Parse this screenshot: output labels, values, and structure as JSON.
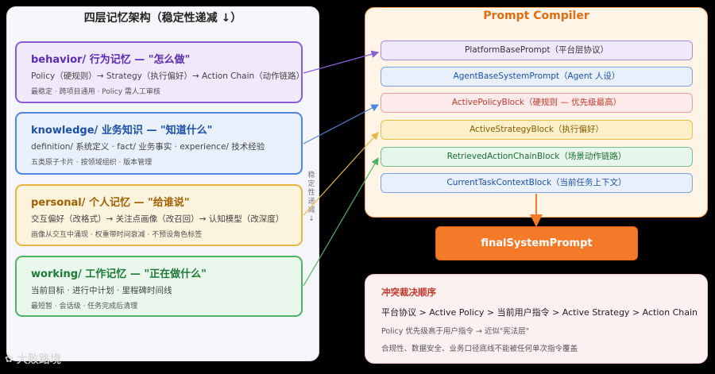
{
  "left": {
    "title": "四层记忆架构（稳定性递减 ↓）",
    "side_label": "稳定性递减 ↓",
    "layers": [
      {
        "title": "behavior/ 行为记忆 — \"怎么做\"",
        "line1": "Policy（硬规则）→ Strategy（执行偏好）→ Action Chain（动作链路）",
        "line2": "最稳定 · 跨项目通用 · Policy 需人工审核"
      },
      {
        "title": "knowledge/ 业务知识 — \"知道什么\"",
        "line1": "definition/ 系统定义 · fact/ 业务事实 · experience/ 技术经验",
        "line2": "五类原子卡片 · 按领域组织 · 版本管理"
      },
      {
        "title": "personal/ 个人记忆 — \"给谁说\"",
        "line1": "交互偏好（改格式）→ 关注点画像（改召回）→ 认知模型（改深度）",
        "line2": "画像从交互中涌现 · 权重带时间衰减 · 不预设角色标签"
      },
      {
        "title": "working/ 工作记忆 — \"正在做什么\"",
        "line1": "当前目标 · 进行中计划 · 里程碑时间线",
        "line2": "最短暂 · 会话级 · 任务完成后清理"
      }
    ]
  },
  "compiler": {
    "title": "Prompt Compiler",
    "blocks": [
      "PlatformBasePrompt（平台层协议）",
      "AgentBaseSystemPrompt（Agent 人设）",
      "ActivePolicyBlock（硬规则 — 优先级最高）",
      "ActiveStrategyBlock（执行偏好）",
      "RetrievedActionChainBlock（场景动作链路）",
      "CurrentTaskContextBlock（当前任务上下文）"
    ],
    "output": "finalSystemPrompt"
  },
  "conflict": {
    "title": "冲突裁决顺序",
    "order": "平台协议 > Active Policy > 当前用户指令 > Active Strategy > Action Chain",
    "note1": "Policy 优先级高于用户指令 → 近似\"宪法层\"",
    "note2": "合规性、数据安全、业务口径底线不能被任何单次指令覆盖"
  },
  "watermark": "大败路境",
  "colors": {
    "behavior": "#8a5cd8",
    "knowledge": "#4f86df",
    "personal": "#e9b741",
    "working": "#4db466",
    "output": "#f47a2a"
  }
}
